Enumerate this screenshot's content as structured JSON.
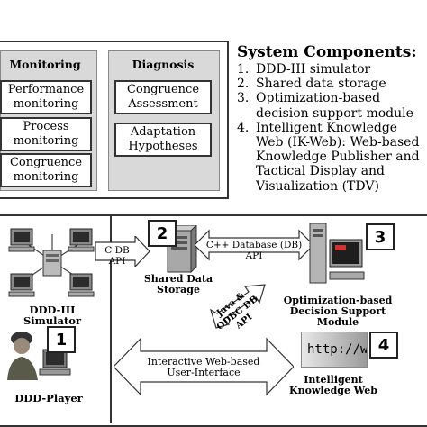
{
  "panels": {
    "monitoring": {
      "title": "Monitoring",
      "items": [
        "Performance monitoring",
        "Process monitoring",
        "Congruence monitoring"
      ]
    },
    "diagnosis": {
      "title": "Diagnosis",
      "items": [
        "Congruence Assessment",
        "Adaptation Hypotheses"
      ]
    }
  },
  "system_components": {
    "title": "System Components:",
    "items": [
      {
        "num": "1.",
        "text": "DDD-III simulator"
      },
      {
        "num": "2.",
        "text": "Shared data storage"
      },
      {
        "num": "3.",
        "text": "Optimization-based decision support module"
      },
      {
        "num": "4.",
        "text": "Intelligent Knowledge Web (IK-Web): Web-based Knowledge Publisher and Tactical Display and Visualization (TDV)"
      }
    ]
  },
  "architecture": {
    "simulator_label": "DDD-III Simulator",
    "player_label": "DDD-Player",
    "shared_storage_label": "Shared Data Storage",
    "optimization_label": "Optimization-based Decision Support Module",
    "ikweb_label": "Intelligent Knowledge Web",
    "c_db_api": "C DB API",
    "cpp_db_api": "C++ Database (DB) API",
    "java_odbc": "Java & ODBC DB API",
    "interactive_ui": "Interactive Web-based User-Interface",
    "http_text": "http://ww",
    "badges": [
      "1",
      "2",
      "3",
      "4"
    ]
  }
}
